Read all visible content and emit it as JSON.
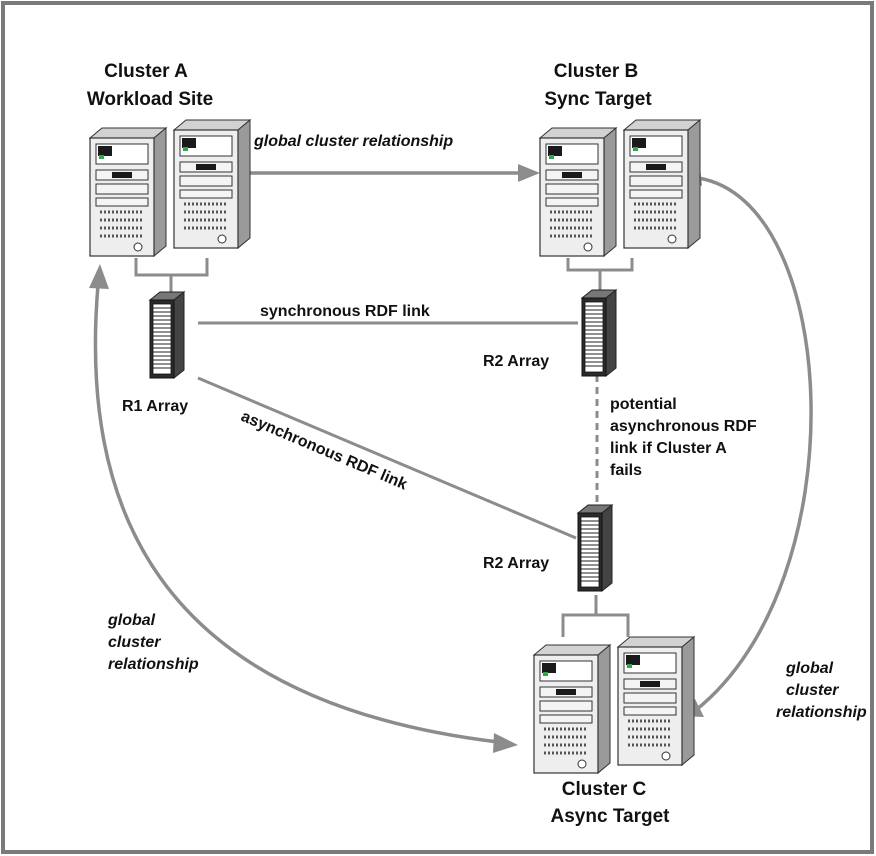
{
  "clusters": {
    "a": {
      "name": "Cluster A",
      "role": "Workload Site"
    },
    "b": {
      "name": "Cluster B",
      "role": "Sync Target"
    },
    "c": {
      "name": "Cluster C",
      "role": "Async Target"
    }
  },
  "arrays": {
    "r1": "R1 Array",
    "r2_sync": "R2 Array",
    "r2_async": "R2 Array"
  },
  "links": {
    "sync": "synchronous RDF link",
    "async": "asynchronous RDF link",
    "potential": [
      "potential",
      "asynchronous RDF",
      "link if Cluster A",
      "fails"
    ]
  },
  "relationships": {
    "ab": "global cluster relationship",
    "ac": [
      "global",
      "cluster",
      "relationship"
    ],
    "bc": [
      "global",
      "cluster",
      "relationship"
    ]
  },
  "colors": {
    "arrow": "#8c8c8c",
    "frame": "#7a7a7a",
    "array_body": "#2b2b2b",
    "server_body": "#e8e8e8"
  }
}
